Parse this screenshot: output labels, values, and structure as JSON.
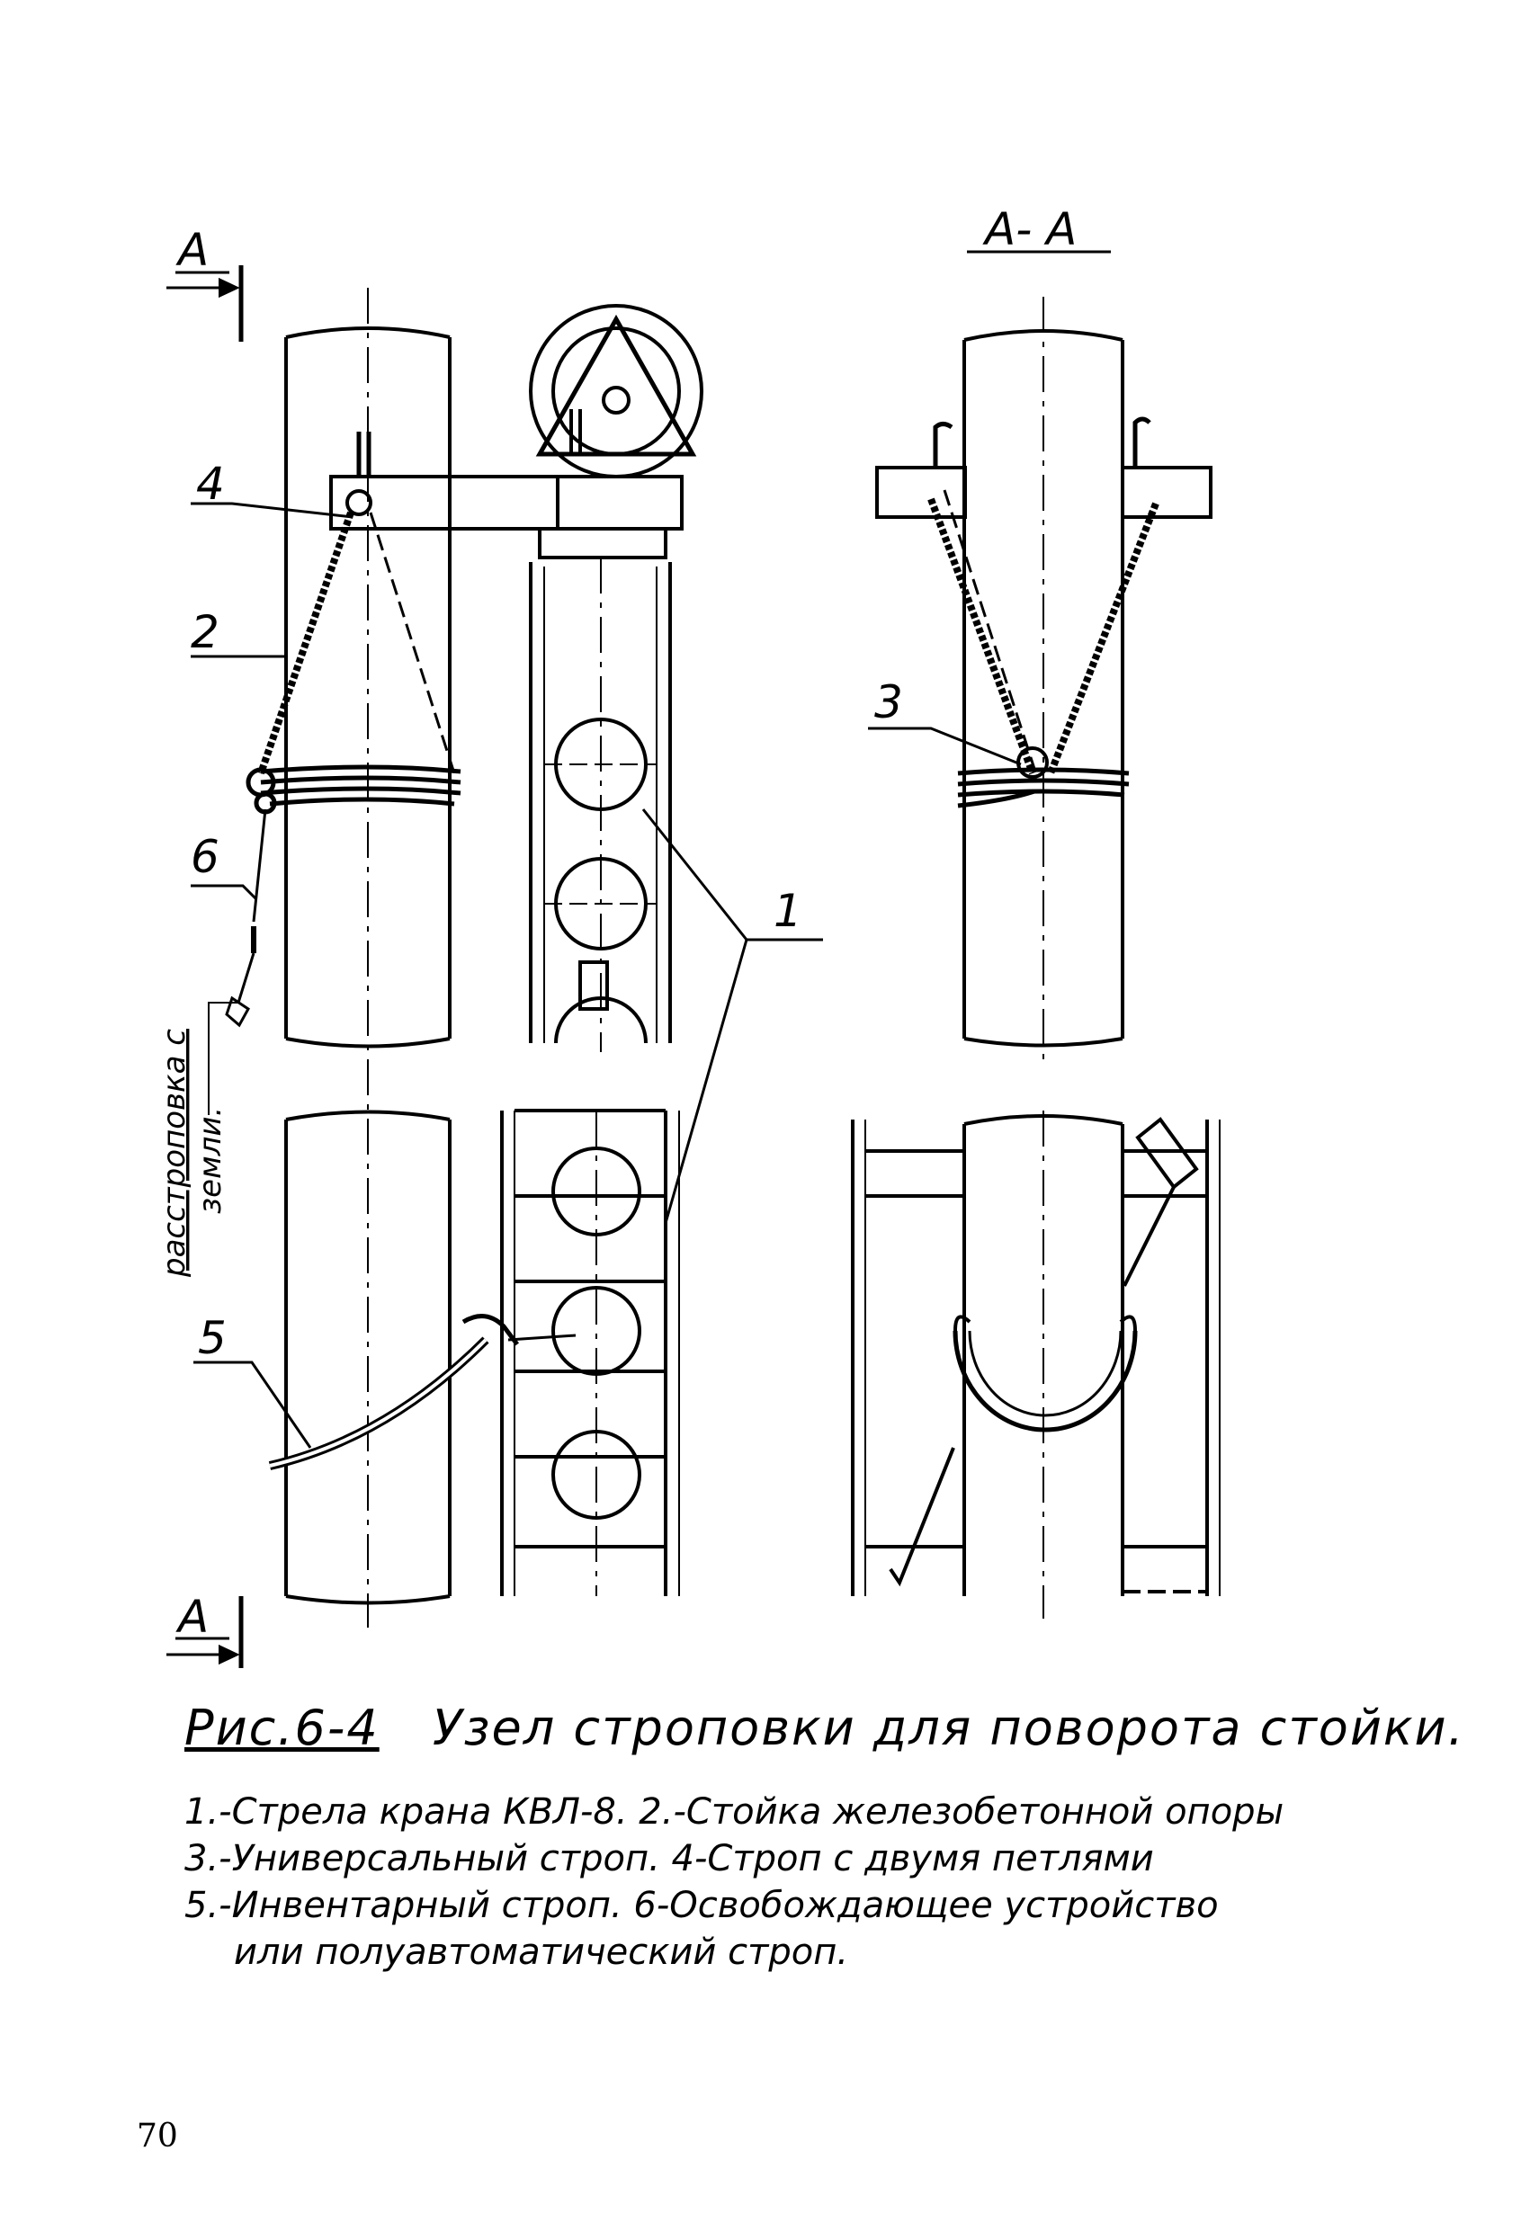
{
  "figure": {
    "section_mark": "А",
    "section_title": "А- А",
    "callouts": [
      "1",
      "2",
      "3",
      "4",
      "5",
      "6"
    ],
    "side_note": [
      "расстроповка с",
      "земли."
    ]
  },
  "caption": {
    "figure_number": "Рис.6-4",
    "title": "Узел строповки для поворота стойки.",
    "legend": [
      "1.-Стрела крана КВЛ-8. 2.-Стойка железобетонной опоры",
      "3.-Универсальный строп. 4-Строп с двумя петлями",
      "5.-Инвентарный строп. 6-Освобождающее устройство",
      "или полуавтоматический строп."
    ]
  },
  "page_number": "70"
}
